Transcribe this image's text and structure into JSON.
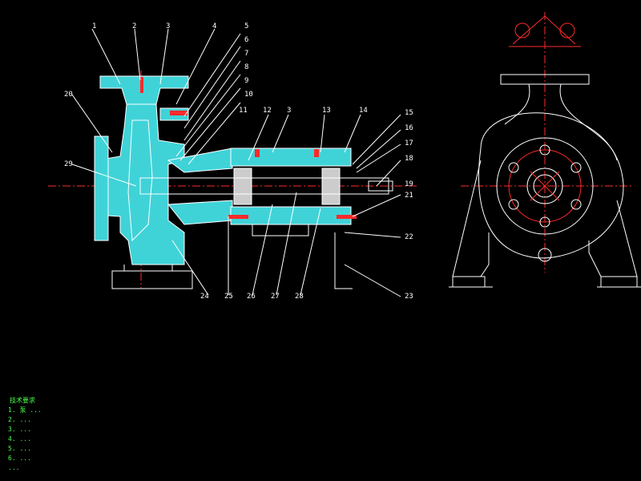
{
  "leader_labels": [
    "1",
    "2",
    "3",
    "4",
    "5",
    "6",
    "7",
    "8",
    "9",
    "10",
    "11",
    "12",
    "3",
    "13",
    "14",
    "15",
    "16",
    "17",
    "18",
    "19",
    "20",
    "21",
    "22",
    "23",
    "24",
    "25",
    "26",
    "27",
    "28",
    "29"
  ],
  "notes_heading": "技术要求",
  "notes_lines": [
    "1. 泵 ...",
    "2. ...",
    "3. ...",
    "4. ...",
    "5. ...",
    "6. ...",
    "..."
  ],
  "colors": {
    "background": "#000000",
    "outline": "#ffffff",
    "section_fill": "#3fd3d8",
    "centerline": "#ff2a2a",
    "notes": "#4cff4c"
  }
}
